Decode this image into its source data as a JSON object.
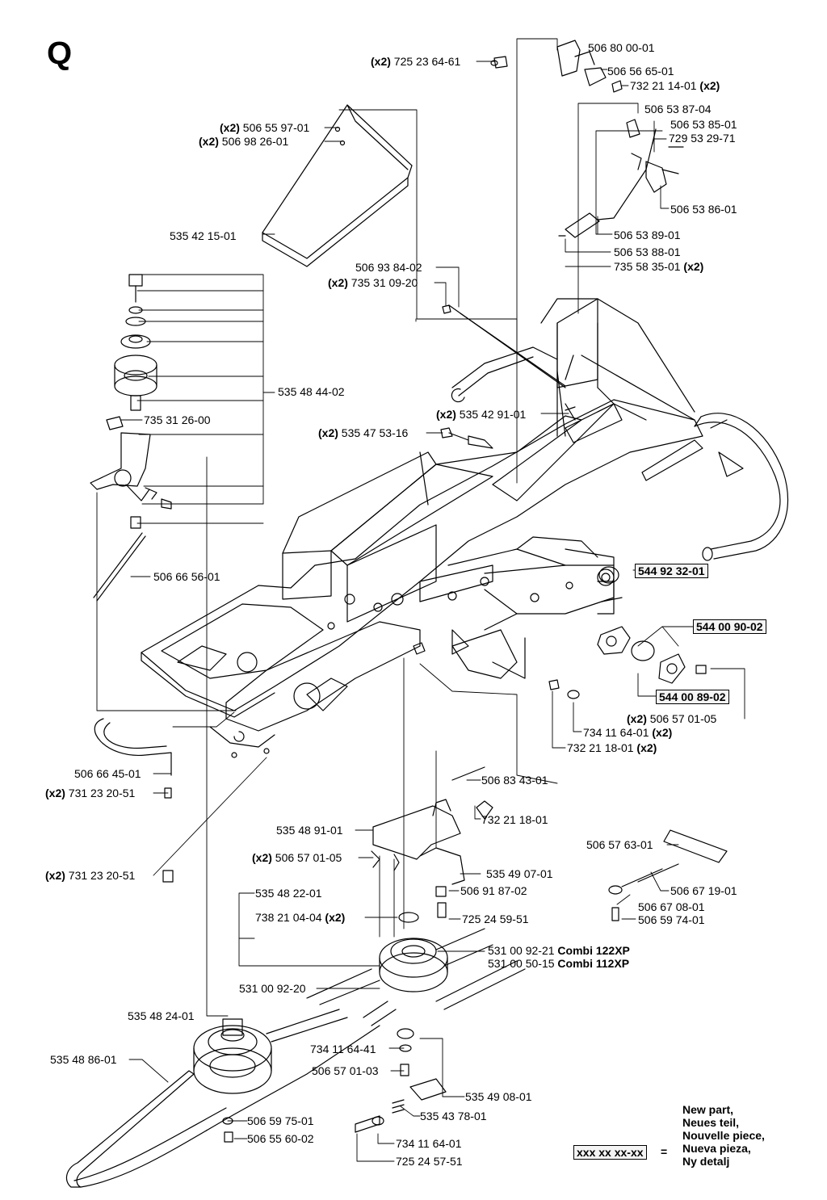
{
  "section": "Q",
  "labels": [
    {
      "id": "l01",
      "q": "(x2)",
      "t": "725 23 64-61"
    },
    {
      "id": "l02",
      "t": "506 80 00-01"
    },
    {
      "id": "l03",
      "t": "506 56 65-01"
    },
    {
      "id": "l04",
      "t": "732 21 14-01",
      "s": "(x2)"
    },
    {
      "id": "l05",
      "t": "506 53 87-04"
    },
    {
      "id": "l06",
      "t": "506 53 85-01"
    },
    {
      "id": "l07",
      "t": "729 53 29-71"
    },
    {
      "id": "l08",
      "q": "(x2)",
      "t": "506 55 97-01"
    },
    {
      "id": "l09",
      "q": "(x2)",
      "t": "506 98 26-01"
    },
    {
      "id": "l10",
      "t": "506 53 86-01"
    },
    {
      "id": "l11",
      "t": "535 42 15-01"
    },
    {
      "id": "l12",
      "t": "506 53 89-01"
    },
    {
      "id": "l13",
      "t": "506 53 88-01"
    },
    {
      "id": "l14",
      "t": "735 58 35-01",
      "s": "(x2)"
    },
    {
      "id": "l15",
      "t": "506 93 84-02"
    },
    {
      "id": "l16",
      "q": "(x2)",
      "t": "735 31 09-20"
    },
    {
      "id": "l17",
      "t": "535 48 44-02"
    },
    {
      "id": "l18",
      "t": "735 31 26-00"
    },
    {
      "id": "l19",
      "q": "(x2)",
      "t": "535 42 91-01"
    },
    {
      "id": "l20",
      "q": "(x2)",
      "t": "535 47 53-16"
    },
    {
      "id": "l21",
      "t": "506 66 56-01"
    },
    {
      "id": "l22",
      "t": "544 92 32-01",
      "box": true
    },
    {
      "id": "l23",
      "t": "544 00 90-02",
      "box": true
    },
    {
      "id": "l24",
      "t": "544 00 89-02",
      "box": true
    },
    {
      "id": "l25",
      "q": "(x2)",
      "t": "506 57 01-05"
    },
    {
      "id": "l26",
      "t": "734 11 64-01",
      "s": "(x2)"
    },
    {
      "id": "l27",
      "t": "732 21 18-01",
      "s": "(x2)"
    },
    {
      "id": "l28",
      "t": "506 66 45-01"
    },
    {
      "id": "l29",
      "q": "(x2)",
      "t": "731 23 20-51"
    },
    {
      "id": "l30",
      "t": "506 83 43-01"
    },
    {
      "id": "l31",
      "t": "535 48 91-01"
    },
    {
      "id": "l32",
      "t": "732 21 18-01"
    },
    {
      "id": "l33",
      "q": "(x2)",
      "t": "506 57 01-05"
    },
    {
      "id": "l34",
      "t": "506 57 63-01"
    },
    {
      "id": "l35",
      "q": "(x2)",
      "t": "731 23 20-51"
    },
    {
      "id": "l36",
      "t": "535 49 07-01"
    },
    {
      "id": "l37",
      "t": "535 48 22-01"
    },
    {
      "id": "l38",
      "t": "506 91 87-02"
    },
    {
      "id": "l39",
      "t": "506 67 19-01"
    },
    {
      "id": "l40",
      "t": "506 67 08-01"
    },
    {
      "id": "l41",
      "t": "738 21 04-04",
      "s": "(x2)"
    },
    {
      "id": "l42",
      "t": "725 24 59-51"
    },
    {
      "id": "l43",
      "t": "506 59 74-01"
    },
    {
      "id": "l44",
      "t": "531 00 92-21",
      "s": "Combi 122XP"
    },
    {
      "id": "l45",
      "t": "531 00 50-15",
      "s": "Combi 112XP"
    },
    {
      "id": "l46",
      "t": "531 00 92-20"
    },
    {
      "id": "l47",
      "t": "535 48 24-01"
    },
    {
      "id": "l48",
      "t": "535 48 86-01"
    },
    {
      "id": "l49",
      "t": "734 11 64-41"
    },
    {
      "id": "l50",
      "t": "506 57 01-03"
    },
    {
      "id": "l51",
      "t": "535 49 08-01"
    },
    {
      "id": "l52",
      "t": "535 43 78-01"
    },
    {
      "id": "l53",
      "t": "506 59 75-01"
    },
    {
      "id": "l54",
      "t": "734 11 64-01"
    },
    {
      "id": "l55",
      "t": "506 55 60-02"
    },
    {
      "id": "l56",
      "t": "725 24 57-51"
    }
  ],
  "legend": {
    "lines": [
      "New part,",
      "Neues teil,",
      "Nouvelle piece,",
      "Nueva pieza,",
      "Ny detalj"
    ],
    "sample": "xxx xx xx-xx",
    "equals": "="
  }
}
